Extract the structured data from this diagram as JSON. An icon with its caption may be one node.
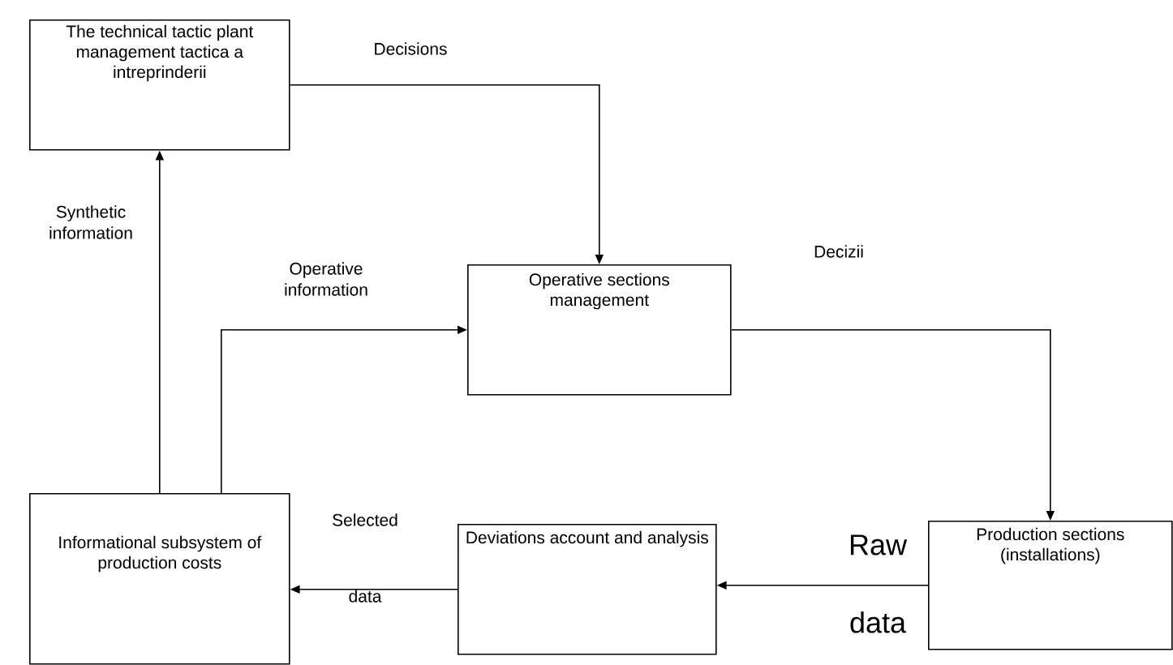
{
  "diagram": {
    "nodes": [
      {
        "text": [
          "The technical tactic plant management tactica a intreprinderii"
        ]
      },
      {
        "text": [
          "Operative sections management"
        ]
      },
      {
        "text": [
          "Production sections (installations)"
        ]
      },
      {
        "text": [
          "Deviations account and analysis"
        ]
      },
      {
        "text": [
          "Informational subsystem of production costs"
        ]
      }
    ],
    "edges": [
      {
        "from": 0,
        "to": 1,
        "arrow": "to",
        "label": "Decisions"
      },
      {
        "from": 1,
        "to": 2,
        "arrow": "to",
        "label": "Decizii"
      },
      {
        "from": 2,
        "to": 3,
        "arrow": "to",
        "label": "Raw data"
      },
      {
        "from": 3,
        "to": 4,
        "arrow": "to",
        "label": "Selected data"
      },
      {
        "from": 4,
        "to": 0,
        "arrow": "to",
        "label": "Synthetic information"
      },
      {
        "from": 4,
        "to": 1,
        "arrow": "to",
        "label": "Operative information"
      }
    ]
  }
}
